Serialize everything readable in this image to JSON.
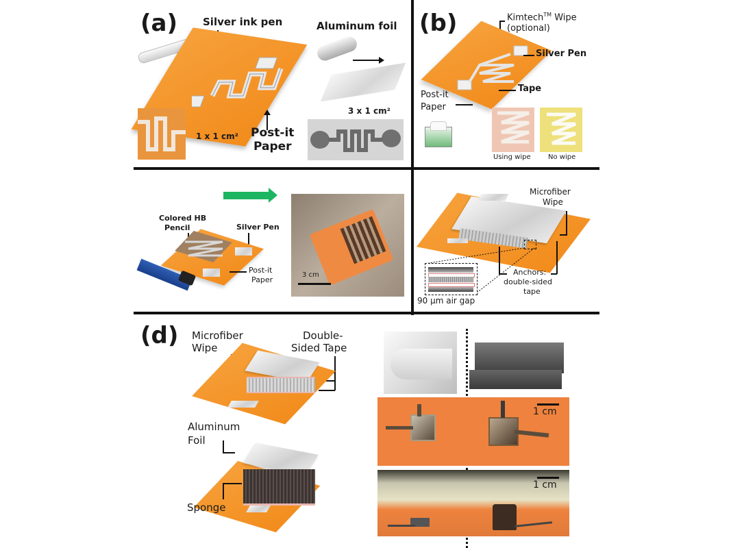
{
  "figure": {
    "panels": {
      "a": {
        "letter": "(a)",
        "labels": {
          "silver_ink_pen": "Silver ink pen",
          "aluminum_foil": "Aluminum foil",
          "size_small": "1 x 1 cm²",
          "size_large": "3 x 1 cm²",
          "post_it": "Post-it",
          "paper": "Paper"
        }
      },
      "b": {
        "letter": "(b)",
        "labels": {
          "kimtech": "KimtechTM Wipe",
          "kimtech_main": "Kimtech",
          "kimtech_tm": "TM",
          "kimtech_rest": " Wipe",
          "optional": "(optional)",
          "silver_pen": "Silver Pen",
          "tape": "Tape",
          "post_it": "Post-it",
          "paper": "Paper",
          "using_wipe": "Using wipe",
          "no_wipe": "No wipe"
        }
      },
      "c": {
        "labels": {
          "colored_hb": "Colored HB",
          "pencil": "Pencil",
          "silver_pen": "Silver Pen",
          "post_it": "Post-it",
          "paper": "Paper",
          "scale": "3 cm"
        }
      },
      "c2": {
        "labels": {
          "microfiber": "Microfiber",
          "wipe": "Wipe",
          "anchors": "Anchors:",
          "double_sided": "double-sided",
          "tape": "tape",
          "air_gap": "90 µm air gap"
        }
      },
      "d": {
        "letter": "(d)",
        "labels": {
          "microfiber": "Microfiber",
          "wipe": "Wipe",
          "double": "Double-",
          "sided_tape": "Sided Tape",
          "aluminum": "Aluminum",
          "foil": "Foil",
          "sponge": "Sponge",
          "scale_top": "1 cm",
          "scale_bottom": "1 cm"
        }
      }
    },
    "colors": {
      "paper_orange": "#f28c1c",
      "arrow_green": "#1db562",
      "silver": "#d8d8d8",
      "sponge_dark": "#3d3432"
    }
  }
}
